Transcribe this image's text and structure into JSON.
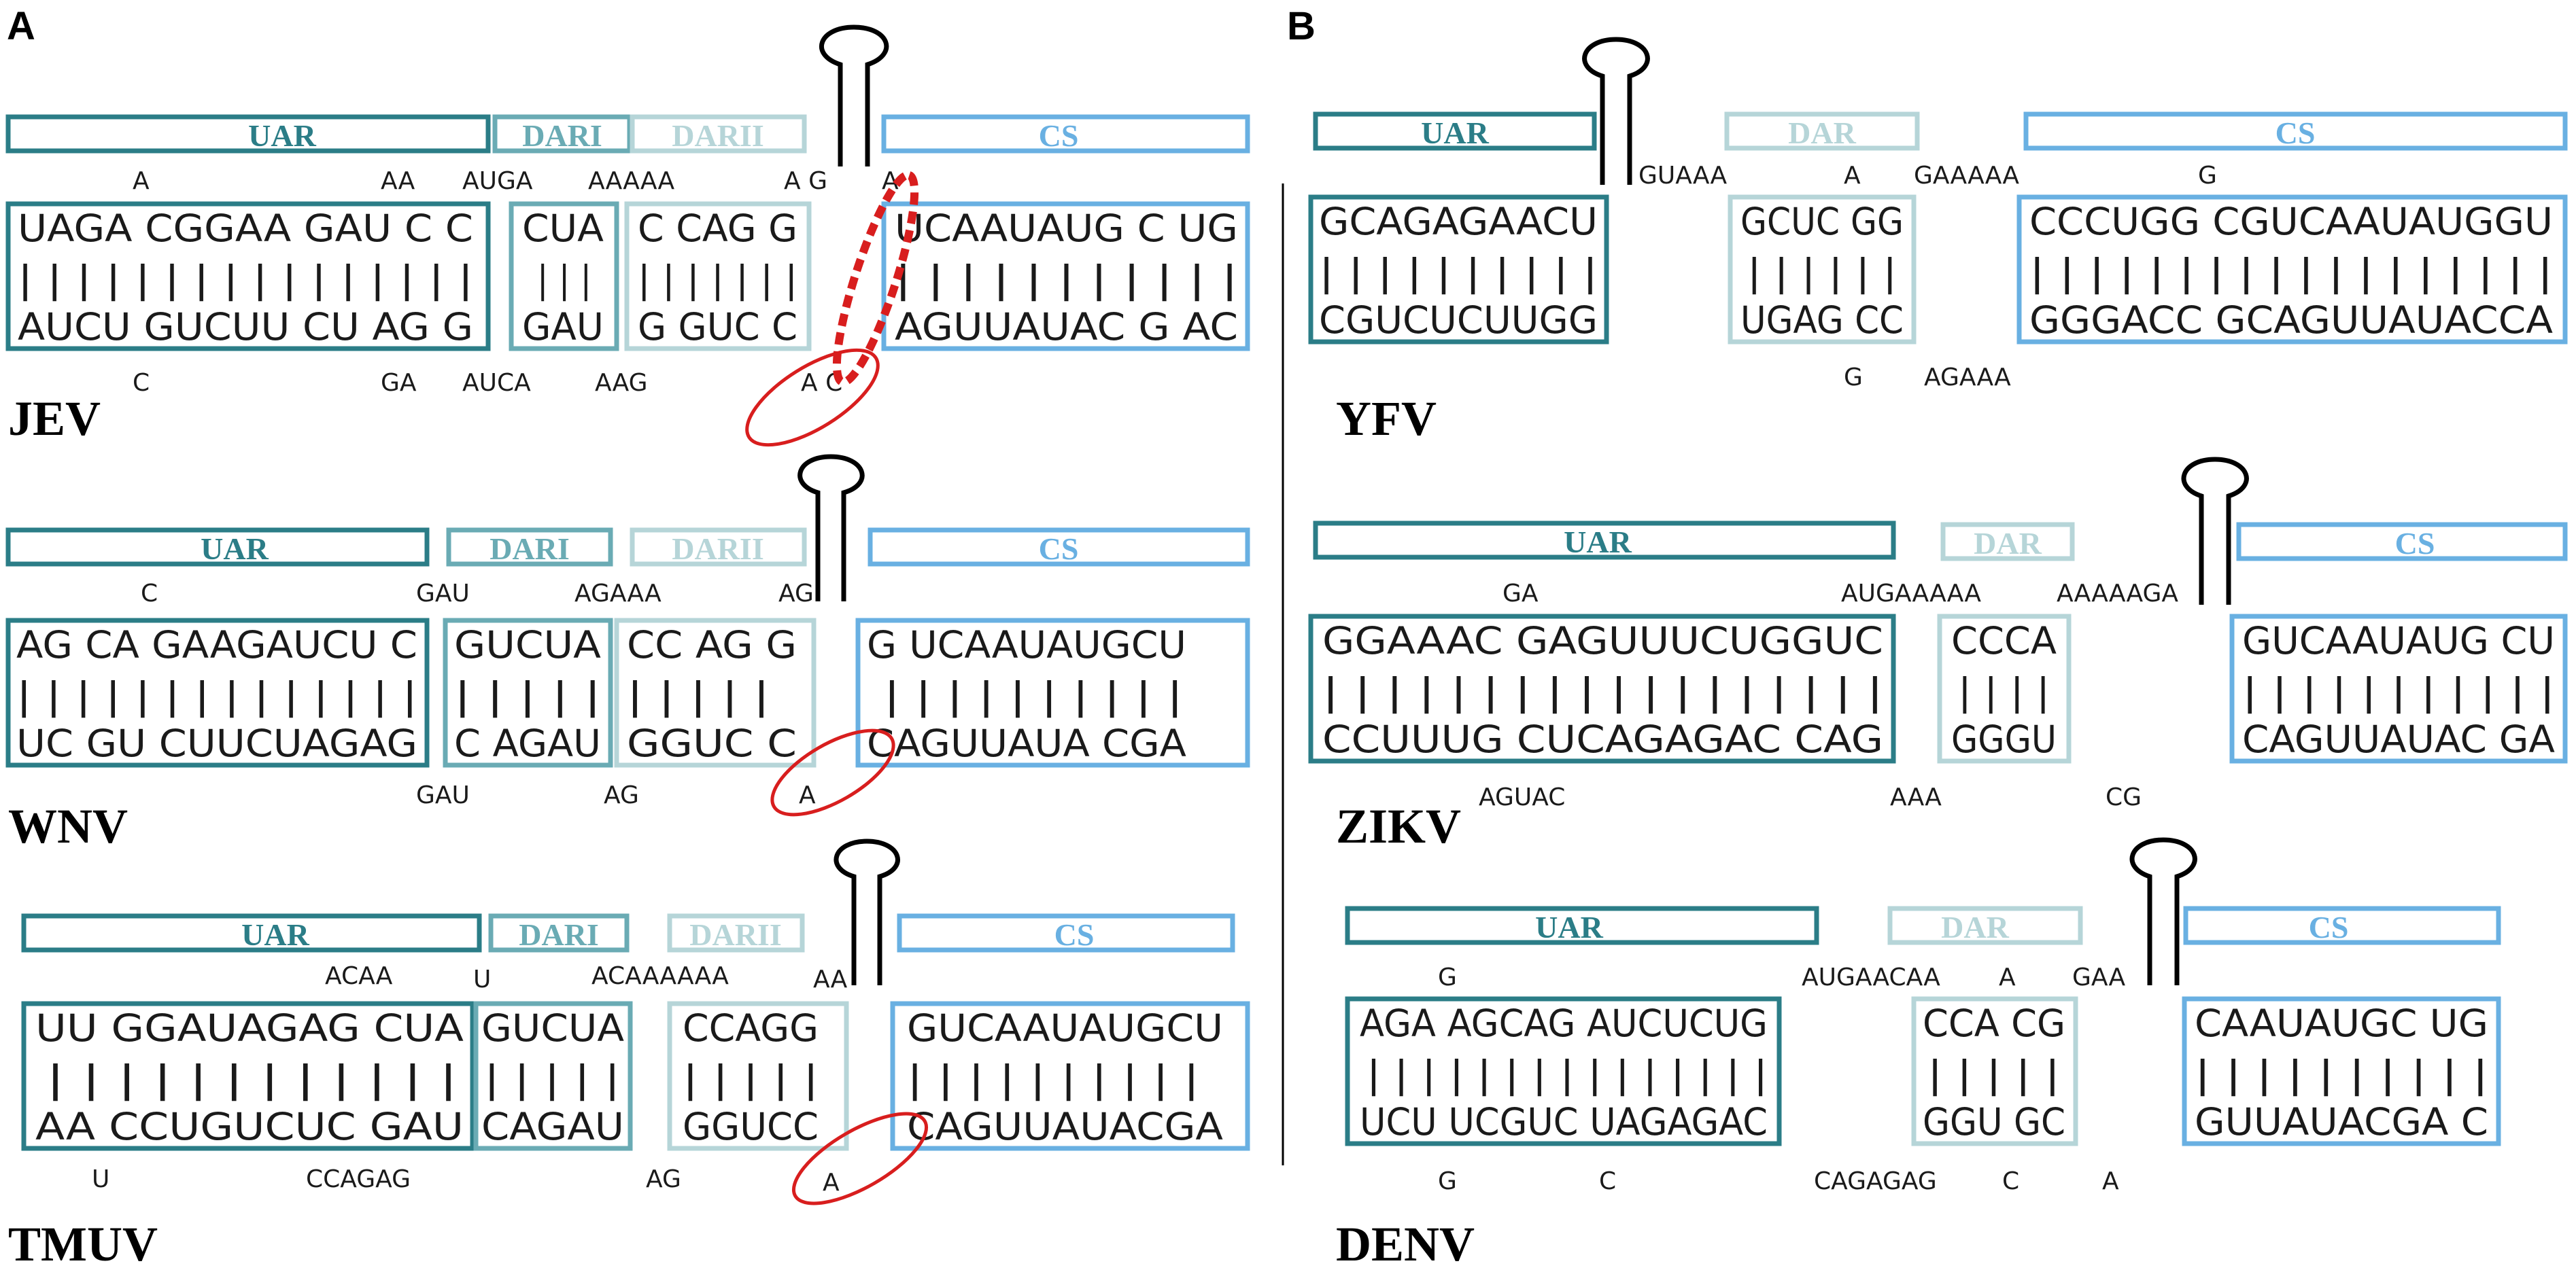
{
  "colors": {
    "uar": "#2b7d87",
    "dari": "#6aabb4",
    "darii": "#b6d5d8",
    "cs": "#69b0e2",
    "mark": "#d81e1e",
    "line": "#000000"
  },
  "panels": {
    "a_label": "A",
    "b_label": "B"
  },
  "viruses": [
    {
      "name": "JEV",
      "labels": [
        "UAR",
        "DARI",
        "DARII",
        "CS"
      ],
      "blocks": [
        {
          "type": "uar",
          "top": "UAGA CGGAA GAU C C",
          "pairs": "| | | |  | | | | |  | | |  | |  | |",
          "bottom": "AUCU GUCUU CU AG G"
        },
        {
          "type": "dari",
          "top": "CUA",
          "pairs": "| | |",
          "bottom": "GAU"
        },
        {
          "type": "darii",
          "top": "C CAG G",
          "pairs": "|  | | | |  | |",
          "bottom": "G GUC C"
        },
        {
          "type": "cs",
          "top": "UCAAUAUG C UG",
          "pairs": "| | | | | | | |  |  | |",
          "bottom": "AGUUAUAC G AC"
        }
      ],
      "loops_top": [
        "A",
        "AA",
        "AUGA",
        "AAAAA",
        "A G",
        "A"
      ],
      "loops_bottom": [
        "C",
        "GA",
        "AUCA",
        "AAG",
        "A C"
      ]
    },
    {
      "name": "WNV",
      "labels": [
        "UAR",
        "DARI",
        "DARII",
        "CS"
      ],
      "blocks": [
        {
          "type": "uar",
          "top": "AG CA GAAGAUCU C",
          "pairs": "| | | | | | | | | | | | | |",
          "bottom": "UC GU CUUCUAGAG"
        },
        {
          "type": "dari",
          "top": "GUCUA",
          "pairs": "| | | | |",
          "bottom": "C AGAU"
        },
        {
          "type": "darii",
          "top": "CC AG G",
          "pairs": "| | | | |",
          "bottom": "GGUC  C"
        },
        {
          "type": "cs",
          "top": "G UCAAUAUGCU",
          "pairs": "| | | | | | | | | |",
          "bottom": "CAGUUAUA CGA"
        }
      ],
      "loops_top": [
        "C",
        "GAU",
        "AGAAA",
        "AG"
      ],
      "loops_bottom": [
        "GAU",
        "AG",
        "A"
      ]
    },
    {
      "name": "TMUV",
      "labels": [
        "UAR",
        "DARI",
        "DARII",
        "CS"
      ],
      "blocks": [
        {
          "type": "uar",
          "top": "UU GGAUAGAG     CUA",
          "pairs": "| | | | | | | | |     | | |",
          "bottom": "AA CCUGUCUC     GAU"
        },
        {
          "type": "dari",
          "top": "GUCUA",
          "pairs": "| | | | |",
          "bottom": "CAGAU"
        },
        {
          "type": "darii",
          "top": "CCAGG",
          "pairs": "| | | | |",
          "bottom": "GGUCC"
        },
        {
          "type": "cs",
          "top": "GUCAAUAUGCU",
          "pairs": "| | | | | | | | | |",
          "bottom": "CAGUUAUACGA"
        }
      ],
      "loops_top": [
        "ACAA",
        "U",
        "ACAAAAAA",
        "AA"
      ],
      "loops_bottom": [
        "U",
        "CCAGAG",
        "AG",
        "A"
      ]
    },
    {
      "name": "YFV",
      "labels": [
        "UAR",
        "DAR",
        "CS"
      ],
      "blocks": [
        {
          "type": "uar",
          "top": "GCAGAGAACU",
          "pairs": "| | | | | | | | | |",
          "bottom": "CGUCUCUUGG"
        },
        {
          "type": "dar",
          "top": "GCUC GG",
          "pairs": "| | | |  | |",
          "bottom": "UGAG CC"
        },
        {
          "type": "cs",
          "top": "CCCUGG CGUCAAUAUGGU",
          "pairs": "| | | | | |  | | | | | | | | | | | |",
          "bottom": "GGGACC GCAGUUAUACCA"
        }
      ],
      "loops_top": [
        "GUAAA",
        "A",
        "GAAAAA",
        "G"
      ],
      "loops_bottom": [
        "G",
        "AGAAA"
      ]
    },
    {
      "name": "ZIKV",
      "labels": [
        "UAR",
        "DAR",
        "CS"
      ],
      "blocks": [
        {
          "type": "uar",
          "top": "GGAAAC     GAGUUUCUGGUC",
          "pairs": "| | | | | |     | | | | | | | | | | | |",
          "bottom": "CCUUUG     CUCAGAGAC CAG"
        },
        {
          "type": "dar",
          "top": "CCCA",
          "pairs": "| | | |",
          "bottom": "GGGU"
        },
        {
          "type": "cs",
          "top": "GUCAAUAUG CU",
          "pairs": "| | | | | | | | |  | |",
          "bottom": "CAGUUAUAC GA"
        }
      ],
      "loops_top": [
        "GA",
        "AUGAAAAA",
        "AAAAAGA"
      ],
      "loops_bottom": [
        "AGUAC",
        "AAA",
        "CG"
      ]
    },
    {
      "name": "DENV",
      "labels": [
        "UAR",
        "DAR",
        "CS"
      ],
      "blocks": [
        {
          "type": "uar",
          "top": "AGA AGCAG AUCUCUG",
          "pairs": "| | |  | | | | |  | | | | | | |",
          "bottom": "UCU UCGUC UAGAGAC"
        },
        {
          "type": "dar",
          "top": "CCA CG",
          "pairs": "| | |  | |",
          "bottom": "GGU GC"
        },
        {
          "type": "cs",
          "top": "CAAUAUGC UG",
          "pairs": "| | | | | | | |  | |",
          "bottom": "GUUAUACGA C"
        }
      ],
      "loops_top": [
        "G",
        "AUGAACAA",
        "A",
        "GAA"
      ],
      "loops_bottom": [
        "G",
        "C",
        "CAGAGAG",
        "C",
        "A"
      ]
    }
  ]
}
